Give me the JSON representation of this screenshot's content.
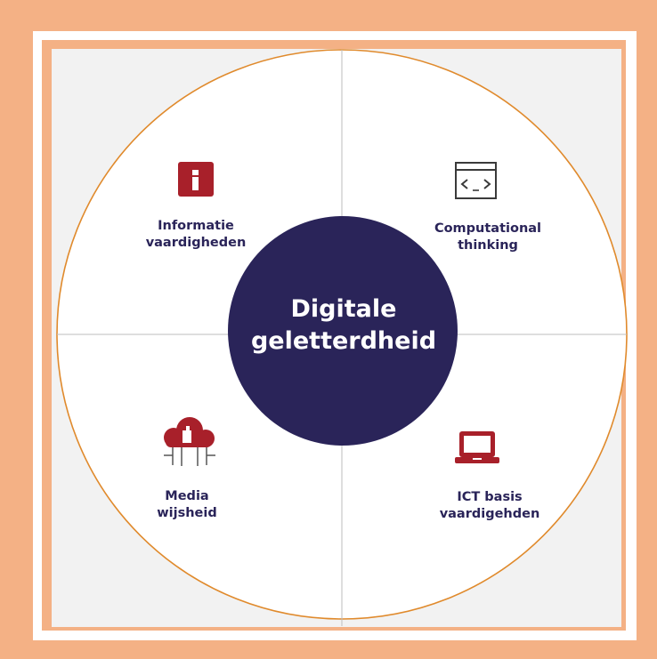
{
  "diagram": {
    "center": {
      "line1": "Digitale",
      "line2": "geletterdheid"
    },
    "quadrants": {
      "top_left": {
        "line1": "Informatie",
        "line2": "vaardigheden",
        "icon": "info-icon"
      },
      "top_right": {
        "line1": "Computational",
        "line2": "thinking",
        "icon": "code-window-icon"
      },
      "bottom_left": {
        "line1": "Media",
        "line2": "wijsheid",
        "icon": "cloud-thumbs-up-icon"
      },
      "bottom_right": {
        "line1": "ICT basis",
        "line2": "vaardigehden",
        "icon": "laptop-icon"
      }
    },
    "colors": {
      "border": "#f4b185",
      "ring": "#e08a2c",
      "center_fill": "#2a2459",
      "icon_red": "#a8202a",
      "text_dark": "#2a2459"
    }
  }
}
